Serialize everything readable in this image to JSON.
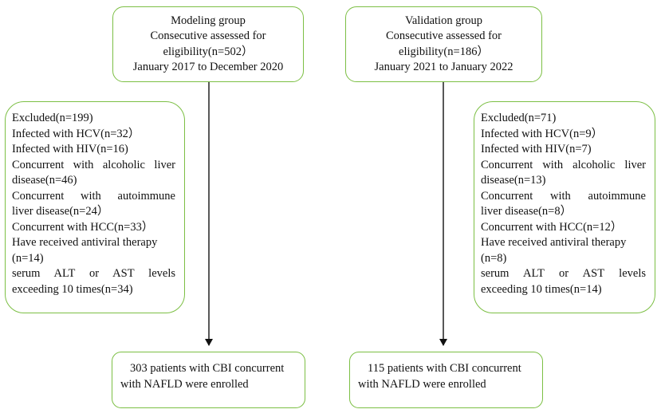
{
  "modeling": {
    "top": [
      "Modeling group",
      "Consecutive assessed for",
      "eligibility(n=502）",
      "January 2017 to December 2020"
    ],
    "excluded": [
      {
        "t": "Excluded(n=199)",
        "j": false
      },
      {
        "t": "Infected with HCV(n=32）",
        "j": false
      },
      {
        "t": "Infected with HIV(n=16)",
        "j": false
      },
      {
        "t": "Concurrent with alcoholic liver",
        "j": true
      },
      {
        "t": "disease(n=46)",
        "j": false
      },
      {
        "t": "Concurrent with autoimmune",
        "j": true
      },
      {
        "t": "liver disease(n=24）",
        "j": false
      },
      {
        "t": "Concurrent with HCC(n=33）",
        "j": false
      },
      {
        "t": "Have received antiviral therapy",
        "j": false
      },
      {
        "t": "(n=14)",
        "j": false
      },
      {
        "t": "serum ALT or AST levels",
        "j": true
      },
      {
        "t": "exceeding 10 times(n=34)",
        "j": false
      }
    ],
    "final": [
      "303 patients with CBI concurrent",
      "with NAFLD were enrolled"
    ]
  },
  "validation": {
    "top": [
      "Validation group",
      "Consecutive assessed for",
      "eligibility(n=186）",
      "January 2021 to January 2022"
    ],
    "excluded": [
      {
        "t": "Excluded(n=71)",
        "j": false
      },
      {
        "t": "Infected with HCV(n=9）",
        "j": false
      },
      {
        "t": "Infected with HIV(n=7)",
        "j": false
      },
      {
        "t": "Concurrent with alcoholic liver",
        "j": true
      },
      {
        "t": "disease(n=13)",
        "j": false
      },
      {
        "t": "Concurrent with autoimmune",
        "j": true
      },
      {
        "t": "liver disease(n=8）",
        "j": false
      },
      {
        "t": "Concurrent with HCC(n=12）",
        "j": false
      },
      {
        "t": "Have received antiviral therapy",
        "j": false
      },
      {
        "t": "(n=8)",
        "j": false
      },
      {
        "t": "serum ALT or AST levels",
        "j": true
      },
      {
        "t": "exceeding 10 times(n=14)",
        "j": false
      }
    ],
    "final": [
      "115 patients with CBI concurrent",
      "with NAFLD were enrolled"
    ]
  }
}
